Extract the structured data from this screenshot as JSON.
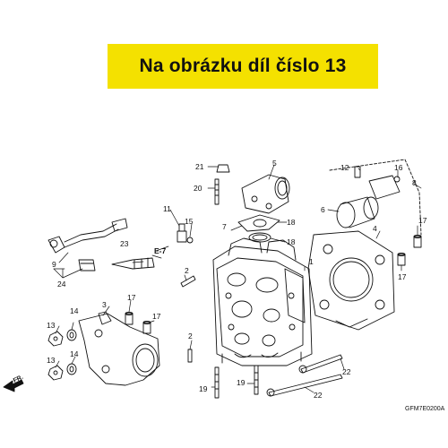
{
  "banner": {
    "text": "Na obrázku díl číslo 13"
  },
  "diagram": {
    "code": "GFM7E0200A",
    "direction": "FR.",
    "section_ref": "E-7",
    "callouts": {
      "c1": "1",
      "c2a": "2",
      "c2b": "2",
      "c3": "3",
      "c4": "4",
      "c5": "5",
      "c6": "6",
      "c7": "7",
      "c8": "8",
      "c9": "9",
      "c11": "11",
      "c12": "12",
      "c13a": "13",
      "c13b": "13",
      "c14a": "14",
      "c14b": "14",
      "c15": "15",
      "c16": "16",
      "c17a": "17",
      "c17b": "17",
      "c17c": "17",
      "c17d": "17",
      "c18a": "18",
      "c18b": "18",
      "c19a": "19",
      "c19b": "19",
      "c20": "20",
      "c21": "21",
      "c22a": "22",
      "c22b": "22",
      "c23": "23",
      "c24": "24"
    }
  }
}
